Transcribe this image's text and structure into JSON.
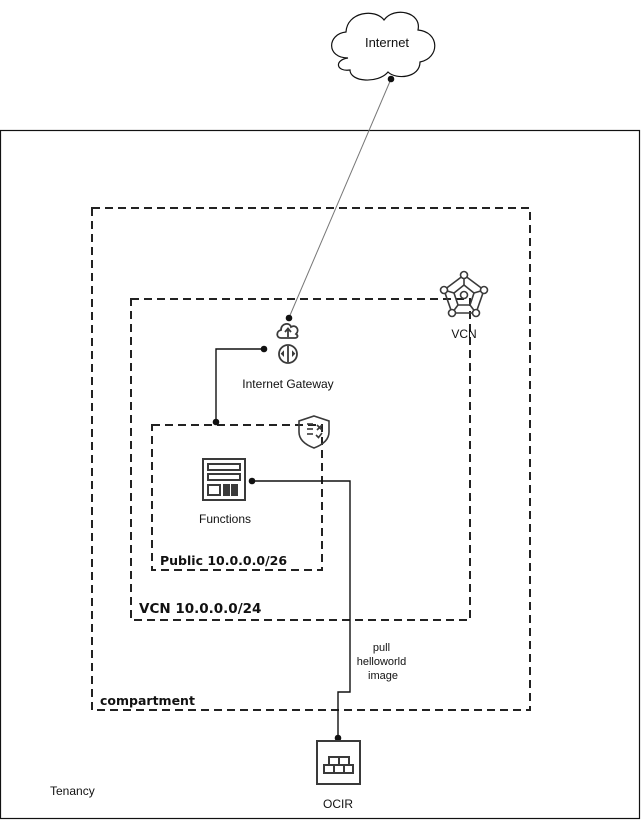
{
  "nodes": {
    "internet": "Internet",
    "internet_gateway": "Internet Gateway",
    "vcn_icon_label": "VCN",
    "functions": "Functions",
    "ocir": "OCIR"
  },
  "containers": {
    "tenancy": "Tenancy",
    "compartment": "compartment",
    "vcn": "VCN 10.0.0.0/24",
    "subnet": "Public 10.0.0.0/26"
  },
  "edges": {
    "pull_label": [
      "pull",
      "helloworld",
      "image"
    ]
  },
  "colors": {
    "line": "#111111",
    "icon_gray": "#3a3a3a",
    "background": "#ffffff"
  },
  "icons": [
    "cloud",
    "internet-gateway-icon",
    "vcn-network-icon",
    "security-list-shield-icon",
    "functions-icon",
    "ocir-registry-icon"
  ]
}
